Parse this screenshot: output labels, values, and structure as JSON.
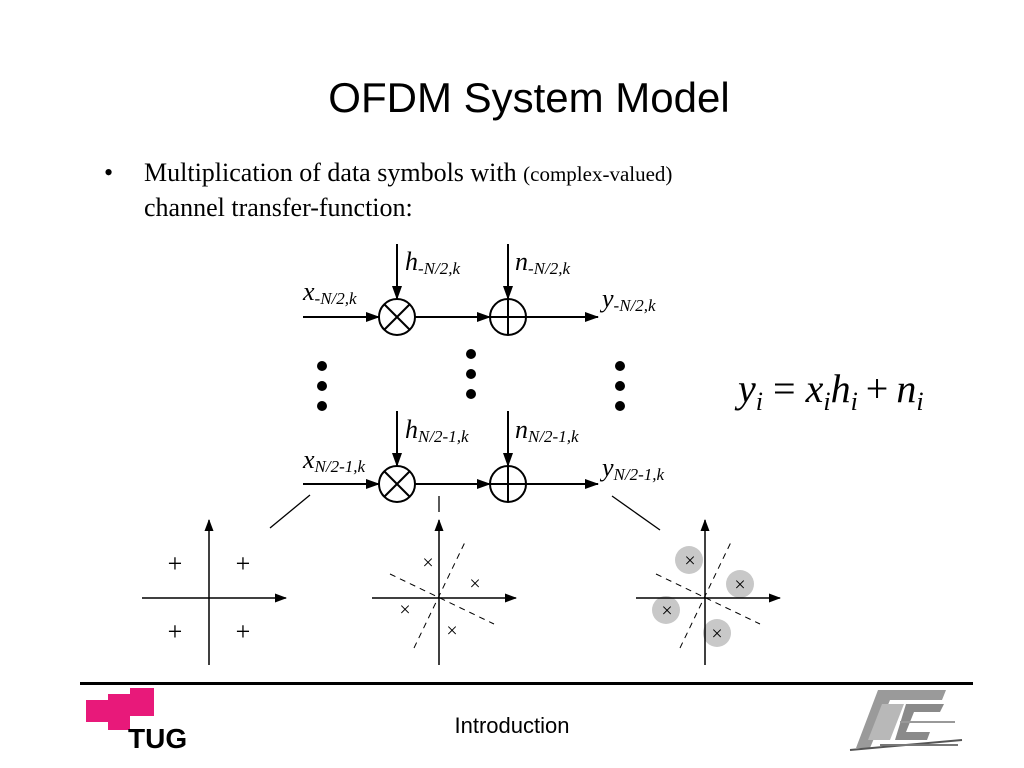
{
  "slide": {
    "title": "OFDM System Model",
    "bullet_marker": "•",
    "bullet_main": "Multiplication of data symbols with ",
    "bullet_paren": "(complex-valued)",
    "bullet_line2": "channel transfer-function:"
  },
  "diagram": {
    "top_input": {
      "base": "x",
      "sub": "-N/2,k"
    },
    "top_channel": {
      "base": "h",
      "sub": "-N/2,k"
    },
    "top_noise": {
      "base": "n",
      "sub": "-N/2,k"
    },
    "top_output": {
      "base": "y",
      "sub": "-N/2,k"
    },
    "bottom_input": {
      "base": "x",
      "sub": "N/2-1,k"
    },
    "bottom_channel": {
      "base": "h",
      "sub": "N/2-1,k"
    },
    "bottom_noise": {
      "base": "n",
      "sub": "N/2-1,k"
    },
    "bottom_output": {
      "base": "y",
      "sub": "N/2-1,k"
    },
    "equation": {
      "lhs": "y",
      "lhs_sub": "i",
      "eq": "=",
      "t1": "x",
      "t1_sub": "i",
      "t2": "h",
      "t2_sub": "i",
      "plus": "+",
      "t3": "n",
      "t3_sub": "i"
    },
    "constellation_symbol": "+",
    "rotated_symbol": "×"
  },
  "footer": {
    "label": "Introduction",
    "logo_text": "TUG"
  },
  "colors": {
    "logo_pink": "#e8197a",
    "noise_blob": "#c8c8c8",
    "ink": "#000000"
  }
}
